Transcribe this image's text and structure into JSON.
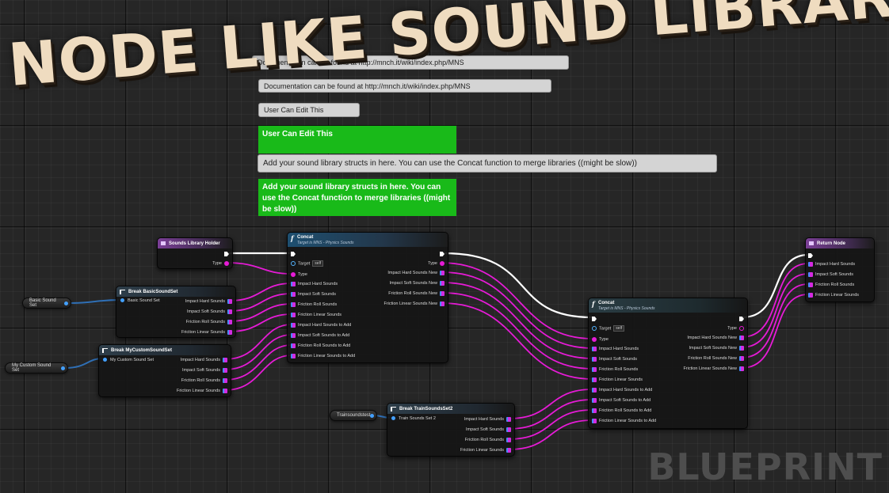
{
  "title": "NODE LIKE SOUND LIBRARY",
  "watermark": "BLUEPRINT",
  "comments": {
    "gray1": "Documentation can be found at http://mnch.it/wiki/index.php/MNS",
    "gray2": "Documentation can be found at http://mnch.it/wiki/index.php/MNS",
    "gray3": "User Can Edit This",
    "green1": "User Can Edit This",
    "gray4": "Add your sound library structs in here. You can use the Concat function to merge libraries ((might be slow))",
    "green2": "Add your sound library structs in here. You can use the Concat function to merge libraries ((might be slow))"
  },
  "variables": {
    "basic": "Basic Sound Set",
    "custom": "My Custom Sound Set",
    "train": "Trainsoundstest"
  },
  "nodes": {
    "holder": {
      "title": "Sounds Library Holder",
      "type_pin": "Type"
    },
    "concat1": {
      "title": "Concat",
      "subtitle": "Target is MNS - Physics Sounds",
      "target": "Target",
      "self": "self",
      "type_in": "Type",
      "inputs": [
        "Impact Hard Sounds",
        "Impact Soft Sounds",
        "Friction Roll Sounds",
        "Friction Linear Sounds",
        "Impact Hard Sounds to Add",
        "Impact Soft Sounds to Add",
        "Friction Roll Sounds to Add",
        "Friction Linear Sounds to Add"
      ],
      "type_out": "Type",
      "outputs": [
        "Impact Hard Sounds New",
        "Impact Soft Sounds New",
        "Friction Roll Sounds New",
        "Friction Linear Sounds New"
      ]
    },
    "concat2": {
      "title": "Concat",
      "subtitle": "Target is MNS - Physics Sounds",
      "target": "Target",
      "self": "self",
      "type_in": "Type",
      "inputs": [
        "Impact Hard Sounds",
        "Impact Soft Sounds",
        "Friction Roll Sounds",
        "Friction Linear Sounds",
        "Impact Hard Sounds to Add",
        "Impact Soft Sounds to Add",
        "Friction Roll Sounds to Add",
        "Friction Linear Sounds to Add"
      ],
      "type_out": "Type",
      "outputs": [
        "Impact Hard Sounds New",
        "Impact Soft Sounds New",
        "Friction Roll Sounds New",
        "Friction Linear Sounds New"
      ]
    },
    "break_basic": {
      "title": "Break BasicSoundSet",
      "input": "Basic Sound Set",
      "outputs": [
        "Impact Hard Sounds",
        "Impact Soft Sounds",
        "Friction Roll Sounds",
        "Friction Linear Sounds"
      ]
    },
    "break_custom": {
      "title": "Break MyCustomSoundSet",
      "input": "My Custom Sound Set",
      "outputs": [
        "Impact Hard Sounds",
        "Impact Soft Sounds",
        "Friction Roll Sounds",
        "Friction Linear Sounds"
      ]
    },
    "break_train": {
      "title": "Break TrainSoundsSet2",
      "input": "Train Sounds Set 2",
      "outputs": [
        "Impact Hard Sounds",
        "Impact Soft Sounds",
        "Friction Roll Sounds",
        "Friction Linear Sounds"
      ]
    },
    "return": {
      "title": "Return Node",
      "inputs": [
        "Impact Hard Sounds",
        "Impact Soft Sounds",
        "Friction Roll Sounds",
        "Friction Linear Sounds"
      ]
    }
  },
  "colors": {
    "exec": "#ffffff",
    "array_wire": "#e61bd6",
    "struct_wire": "#2f6fb5",
    "comment_green": "#19ba19",
    "title": "#efdcc0"
  }
}
